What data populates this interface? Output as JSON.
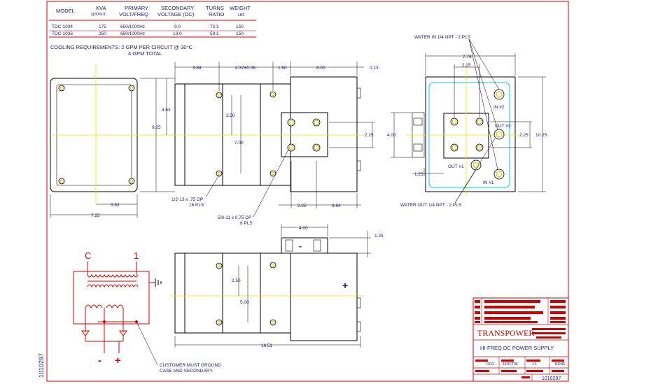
{
  "table": {
    "headers": [
      "MODEL",
      "KVA",
      "PRIMARY",
      "SECONDARY",
      "TURNS",
      "WEIGHT"
    ],
    "subheaders": [
      "",
      "@30%DC",
      "VOLT/FREQ",
      "VOLTAGE (DC)",
      "RATIO",
      "LBS"
    ],
    "rows": [
      [
        "TDC-1034",
        "175",
        "650/1000Hz",
        "9.0",
        "72:1",
        "150"
      ],
      [
        "TDC-1036",
        "250",
        "650/1000Hz",
        "13.0",
        "50:1",
        "150"
      ]
    ]
  },
  "cooling": {
    "line1": "COOLING REQUIREMENTS: 2 GPM PER CIRCUIT @ 30°C",
    "line2": "4 GPM TOTAL"
  },
  "dims": {
    "d_725_bottom": "7.25",
    "d_363": "3.63",
    "d_925": "9.25",
    "d_463": "4.63",
    "d_388": "3.88",
    "d_437": "4.37±0.06",
    "d_150": "1.50",
    "d_600": "6.00",
    "d_013": "0.13",
    "d_350": "3.50",
    "d_700": "7.00",
    "d_225_side": "2.25",
    "d_225_bottom": "2.25",
    "d_364": "3.64",
    "d_776": "7.76",
    "d_225_top_r": "2.25",
    "d_400_r": "4.00",
    "d_225_r": "2.25",
    "d_1025": "10.25",
    "d_125_r": "1.25",
    "d_400_top": "4.00",
    "d_125_top": "1.25",
    "d_250": "2.50",
    "d_500": "5.00",
    "d_1651": "16.51"
  },
  "notes": {
    "tap_a_1": "1/2-13 x .75 DP",
    "tap_a_2": "16 PLS",
    "tap_b_1": "5/8-11 x 0.75 DP",
    "tap_b_2": "8 PLS",
    "water_in": "WATER IN 1/4 NPT - 2 PLS",
    "water_out": "WATER OUT 1/4 NPT - 2 PLS",
    "in2": "IN #2",
    "in1": "IN #1",
    "out2": "OUT #2",
    "out1": "OUT #1",
    "ground_1": "CUSTOMER MUST GROUND",
    "ground_2": "CASE AND SECONDARY.",
    "minus_sym": "-",
    "plus_sym": "+"
  },
  "schematic": {
    "label_c": "C",
    "label_1": "1",
    "minus": "-",
    "plus": "+"
  },
  "title_block": {
    "company": "TRANSPOWER",
    "title": "HI-FREQ DC POWER SUPPLY",
    "scale": "1:1",
    "date": "15OCT96",
    "drawn": "DCG",
    "size": "NONE",
    "dwg_no": "1010297"
  },
  "sidebar_dwg_no": "1010297"
}
